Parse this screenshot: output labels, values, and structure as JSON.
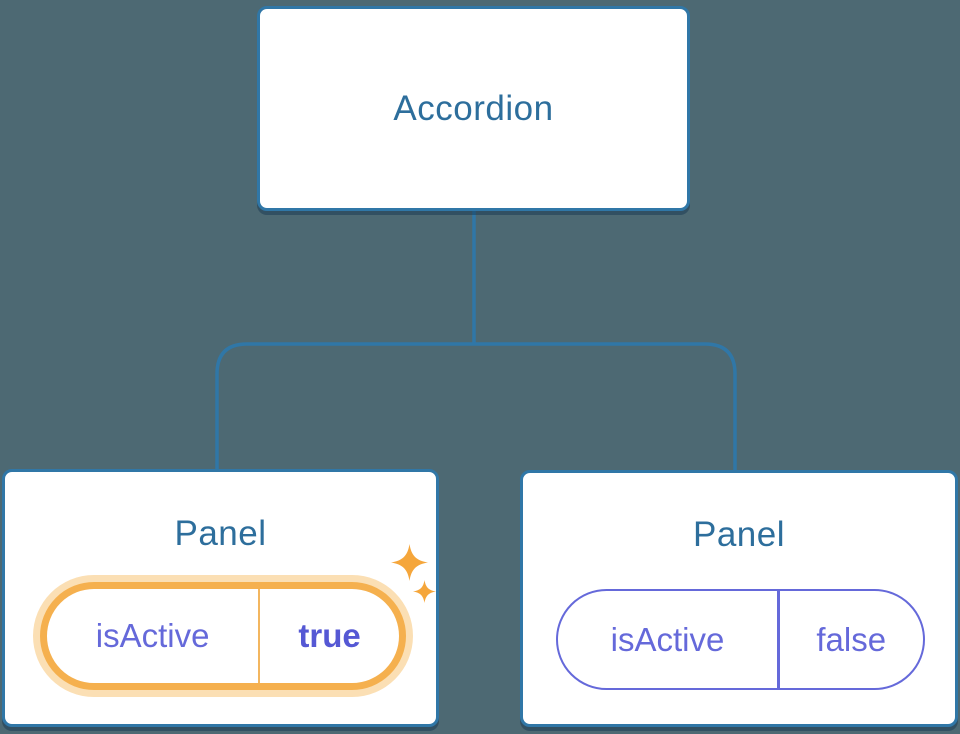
{
  "diagram": {
    "description": "React component tree showing state ownership",
    "root": {
      "title": "Accordion"
    },
    "children": [
      {
        "title": "Panel",
        "state": {
          "name": "isActive",
          "value": "true"
        },
        "active": true,
        "decoration": "sparkles"
      },
      {
        "title": "Panel",
        "state": {
          "name": "isActive",
          "value": "false"
        },
        "active": false,
        "decoration": "none"
      }
    ]
  },
  "colors": {
    "background": "#4D6973",
    "node_fill": "#FFFFFF",
    "node_border": "#3077A7",
    "node_shadow": "rgba(18,52,78,0.45)",
    "connector_line": "#3077A7",
    "title_text": "#2D6E9C",
    "state_text": "#6569DA",
    "state_value_active_text": "#5558D4",
    "active_ring": "#F5B04E",
    "active_ring_glow": "#FBDFB4",
    "active_divider": "#F3B65F",
    "sparkle": "#F5A63B"
  }
}
